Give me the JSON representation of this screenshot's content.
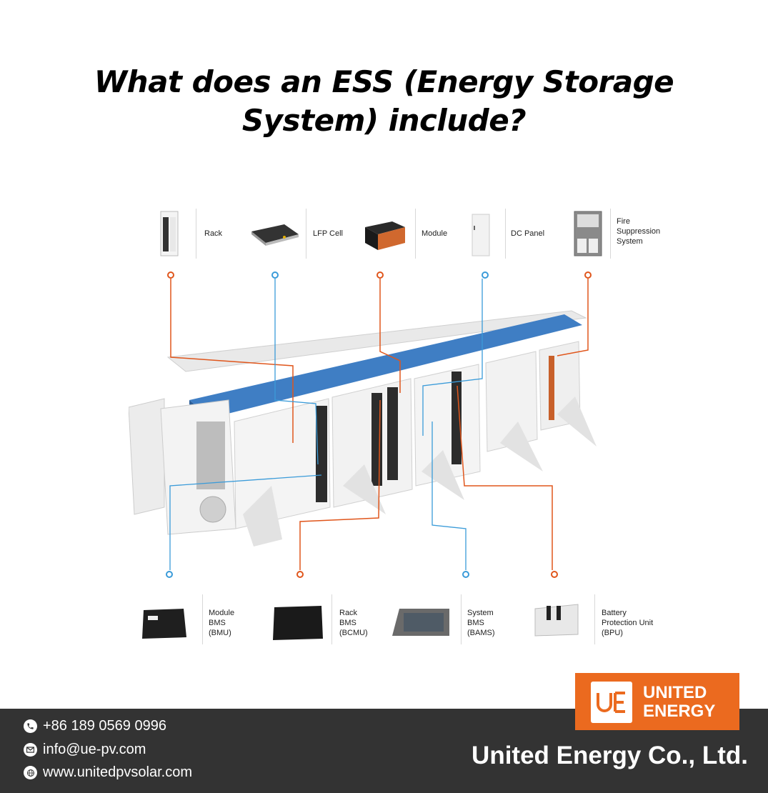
{
  "title": {
    "line1": "What does an ESS (Energy Storage",
    "line2": "System) include?"
  },
  "top_components": [
    {
      "label": "Rack",
      "marker_color": "orange"
    },
    {
      "label": "LFP Cell",
      "marker_color": "blue"
    },
    {
      "label": "Module",
      "marker_color": "orange"
    },
    {
      "label": "DC Panel",
      "marker_color": "blue"
    },
    {
      "label_lines": [
        "Fire",
        "Suppression",
        "System"
      ],
      "marker_color": "orange"
    }
  ],
  "bottom_components": [
    {
      "label_lines": [
        "Module",
        "BMS",
        "(BMU)"
      ],
      "marker_color": "blue"
    },
    {
      "label_lines": [
        "Rack",
        "BMS",
        "(BCMU)"
      ],
      "marker_color": "orange"
    },
    {
      "label_lines": [
        "System",
        "BMS",
        "(BAMS)"
      ],
      "marker_color": "blue"
    },
    {
      "label_lines": [
        "Battery",
        "Protection Unit",
        "(BPU)"
      ],
      "marker_color": "orange"
    }
  ],
  "colors": {
    "orange": "#e0561c",
    "blue": "#3a9bd9",
    "brand_orange": "#eb6a1f",
    "footer_bg": "#333333",
    "container_roof": "#3f7ec4"
  },
  "footer": {
    "phone": "+86 189 0569 0996",
    "email": "info@ue-pv.com",
    "website": "www.unitedpvsolar.com",
    "company": "United Energy Co., Ltd."
  },
  "logo": {
    "mark": "UE",
    "line1": "UNITED",
    "line2": "ENERGY"
  }
}
